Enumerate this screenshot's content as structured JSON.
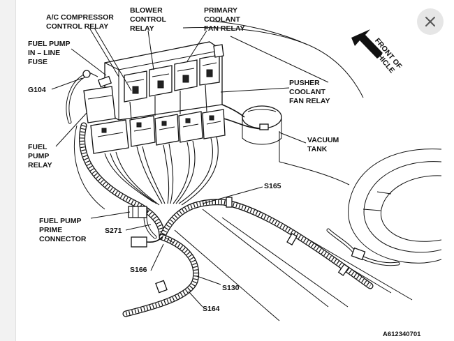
{
  "labels": {
    "ac_compressor_relay": [
      "A/C COMPRESSOR",
      "CONTROL RELAY"
    ],
    "blower_control_relay": [
      "BLOWER",
      "CONTROL",
      "RELAY"
    ],
    "primary_coolant_fan_relay": [
      "PRIMARY",
      "COOLANT",
      "FAN RELAY"
    ],
    "fuel_pump_inline_fuse": [
      "FUEL PUMP",
      "IN – LINE",
      "FUSE"
    ],
    "g104": [
      "G104"
    ],
    "pusher_coolant_fan_relay": [
      "PUSHER",
      "COOLANT",
      "FAN RELAY"
    ],
    "fuel_pump_relay": [
      "FUEL",
      "PUMP",
      "RELAY"
    ],
    "vacuum_tank": [
      "VACUUM",
      "TANK"
    ],
    "s165": [
      "S165"
    ],
    "fuel_pump_prime_connector": [
      "FUEL PUMP",
      "PRIME",
      "CONNECTOR"
    ],
    "s271": [
      "S271"
    ],
    "s166": [
      "S166"
    ],
    "s130": [
      "S130"
    ],
    "s164": [
      "S164"
    ],
    "front_of_vehicle": [
      "FRONT OF",
      "VEHICLE"
    ],
    "figure_id": [
      "A612340701"
    ]
  },
  "colors": {
    "line": "#111111",
    "background": "#ffffff",
    "close_button": "#e6e6e6",
    "close_icon": "#555555"
  },
  "icons": {
    "close": "close-icon",
    "direction": "front-arrow-icon"
  }
}
